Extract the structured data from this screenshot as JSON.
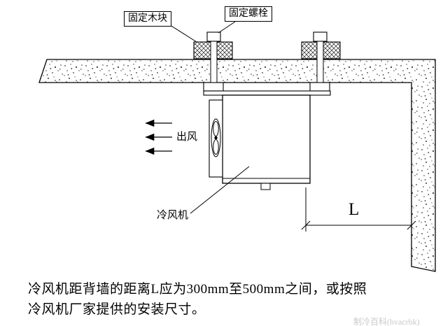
{
  "diagram": {
    "labels": {
      "fixed_block": "固定木块",
      "fixing_bolt": "固定螺栓",
      "air_outlet": "出风",
      "air_cooler": "冷风机",
      "distance": "L"
    },
    "caption": {
      "line1": "冷风机距背墙的距离L应为300mm至500mm之间，或按照",
      "line2": "冷风机厂家提供的安装尺寸。"
    },
    "watermark": "制冷百科(hvacrbk)",
    "colors": {
      "line": "#000000",
      "background": "#ffffff",
      "watermark": "#c9c9c9"
    },
    "icons": {
      "airflow": "left-arrow-icon",
      "fan": "fan-icon"
    }
  }
}
